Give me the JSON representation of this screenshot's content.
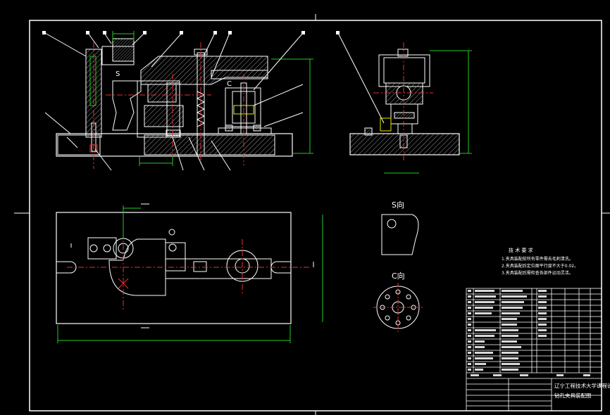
{
  "views": {
    "s_view_label": "S向",
    "c_view_label": "C向",
    "section_marker_s": "S",
    "section_marker_c": "C"
  },
  "tech_req": {
    "title": "技 术 要 求",
    "lines": [
      "1.夹具装配前所有零件需去毛刺清洗。",
      "2.夹具装配后定位面平行度不大于0.02。",
      "3.夹具装配后需检查各部件运动灵活。"
    ]
  },
  "title_block": {
    "school": "辽宁工程技术大学课程设计",
    "drawing_name": "钻孔夹具装配图"
  },
  "colors": {
    "outline": "#ffffff",
    "hatch": "#b0b0b0",
    "dimension": "#22cc22",
    "center": "#e83030",
    "leader": "#ffffff",
    "highlight": "#e8e800",
    "part": "#00d8d8"
  }
}
